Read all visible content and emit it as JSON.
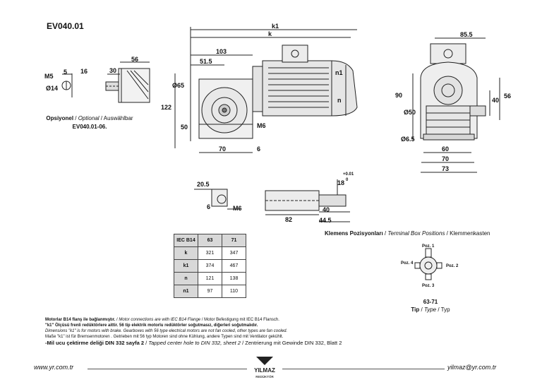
{
  "title": "EV040.01",
  "side_view": {
    "dims": {
      "m5": "M5",
      "v5": "5",
      "v16": "16",
      "d14": "Ø14",
      "v30": "30",
      "v56": "56"
    },
    "label_tr": "Opsiyonel",
    "label_en": "Optional",
    "label_de": "Auswählbar",
    "ref": "EV040.01-06."
  },
  "front_view": {
    "dims": {
      "k1": "k1",
      "k": "k",
      "v103": "103",
      "v51_5": "51.5",
      "d65": "Ø65",
      "v122": "122",
      "v50": "50",
      "m6": "M6",
      "v70": "70",
      "v6": "6",
      "n1": "n1",
      "n": "n"
    }
  },
  "end_view": {
    "dims": {
      "v85_5": "85.5",
      "v90": "90",
      "v40": "40",
      "v56": "56",
      "d50": "Ø50",
      "d6_5": "Ø6.5",
      "v60": "60",
      "v70": "70",
      "v73": "73"
    }
  },
  "shaft_view": {
    "dims": {
      "v20_5": "20.5",
      "v6": "6",
      "m6": "M6",
      "v18": "18",
      "tol": "+0.01",
      "tol0": "0",
      "v40": "40",
      "v82": "82",
      "v44_5": "44.5"
    }
  },
  "table": {
    "header": [
      "IEC B14",
      "63",
      "71"
    ],
    "rows": [
      [
        "k",
        "321",
        "347"
      ],
      [
        "k1",
        "374",
        "467"
      ],
      [
        "n",
        "121",
        "138"
      ],
      [
        "n1",
        "97",
        "110"
      ]
    ]
  },
  "terminal_box": {
    "label_tr": "Klemens Pozisyonları",
    "label_en": "Terminal Box Positions",
    "label_de": "Klemmenkasten",
    "poz1": "Poz. 1",
    "poz2": "Poz. 2",
    "poz3": "Poz. 3",
    "poz4": "Poz. 4",
    "size": "63-71",
    "tip_tr": "Tip",
    "tip_en": "Type",
    "tip_de": "Typ"
  },
  "notes": {
    "line1_tr": "Motorlar B14 flanş ile bağlanmıştır.",
    "line1_en": "Motor connections are with IEC B14 Flange",
    "line1_de": "Motor Befestigung mit IEC B14 Flansch.",
    "line2": "\"k1\" Ölçüsü frenli redüktörlere aittir. 56 tip elektrik motorlu redüktörler soğutmasız, diğerleri soğutmalıdır.",
    "line3": "Dimensions \"k1\" is for motors with brake. Gearboxes with 56 type electrical motors are not fan cooled, other types are fan cooled.",
    "line4": "Maße \"k1\" ist für Bremsenmotoren . Getrieben mit 56 typ Motoren sind ohne Kühlung, andere Typen sind mit Ventilator gekühlt.",
    "line5_tr": "-Mil ucu çektirme deliği DIN 332 sayfa 2",
    "line5_en": "Tapped center hole to DIN 332, sheet 2",
    "line5_de": "Zentrierung mit Gewinde DIN 332, Blatt 2"
  },
  "footer": {
    "website": "www.yr.com.tr",
    "email": "yilmaz@yr.com.tr",
    "logo_text": "YILMAZ",
    "logo_sub": "REDÜKTÖR"
  }
}
